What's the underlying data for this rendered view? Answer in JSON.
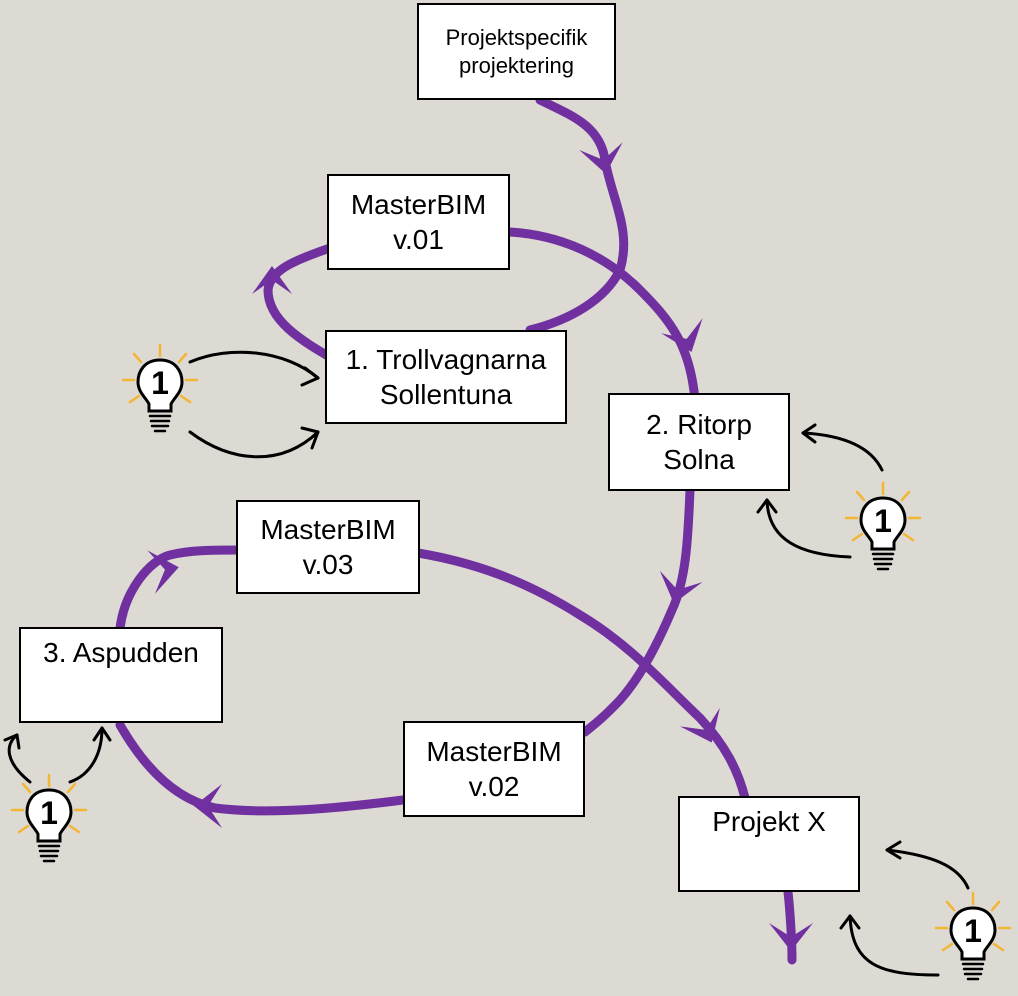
{
  "colors": {
    "background": "#ddd9d3",
    "flow": "#7030a0",
    "box_fill": "#ffffff",
    "glow": "#f2b632"
  },
  "nodes": {
    "projektspecifik": {
      "line1": "Projektspecifik",
      "line2": "projektering"
    },
    "masterbim_v01": {
      "line1": "MasterBIM",
      "line2": "v.01"
    },
    "trollvagnarna": {
      "line1": "1. Trollvagnarna",
      "line2": "Sollentuna"
    },
    "ritorp": {
      "line1": "2. Ritorp",
      "line2": "Solna"
    },
    "masterbim_v03": {
      "line1": "MasterBIM",
      "line2": "v.03"
    },
    "aspudden": {
      "line1": "3. Aspudden"
    },
    "masterbim_v02": {
      "line1": "MasterBIM",
      "line2": "v.02"
    },
    "projekt_x": {
      "line1": "Projekt X"
    }
  },
  "bulbs": {
    "number": "1",
    "icon": "lightbulb-icon",
    "count": 4
  }
}
